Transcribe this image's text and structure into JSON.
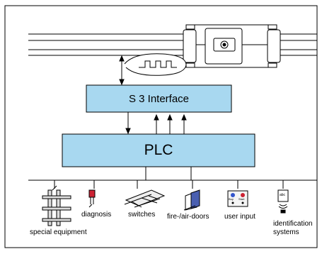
{
  "interface_box": {
    "label": "S 3 Interface",
    "color": "#a8d8f0"
  },
  "plc_box": {
    "label": "PLC",
    "color": "#a8d8f0"
  },
  "devices": {
    "special_equipment": "special equipment",
    "diagnosis": "diagnosis",
    "switches": "switches",
    "fire_air_doors": "fire-/air-doors",
    "user_input": "user input",
    "identification_line1": "identification",
    "identification_line2": "systems",
    "user_input_button_left": "Buy",
    "user_input_button_right": "Start",
    "identification_tag": "abc"
  },
  "colors": {
    "frame": "#000000",
    "door_blue": "#4a5fb0",
    "diagnosis_red": "#cc2233",
    "button_blue": "#3355cc",
    "button_red": "#cc2233"
  }
}
